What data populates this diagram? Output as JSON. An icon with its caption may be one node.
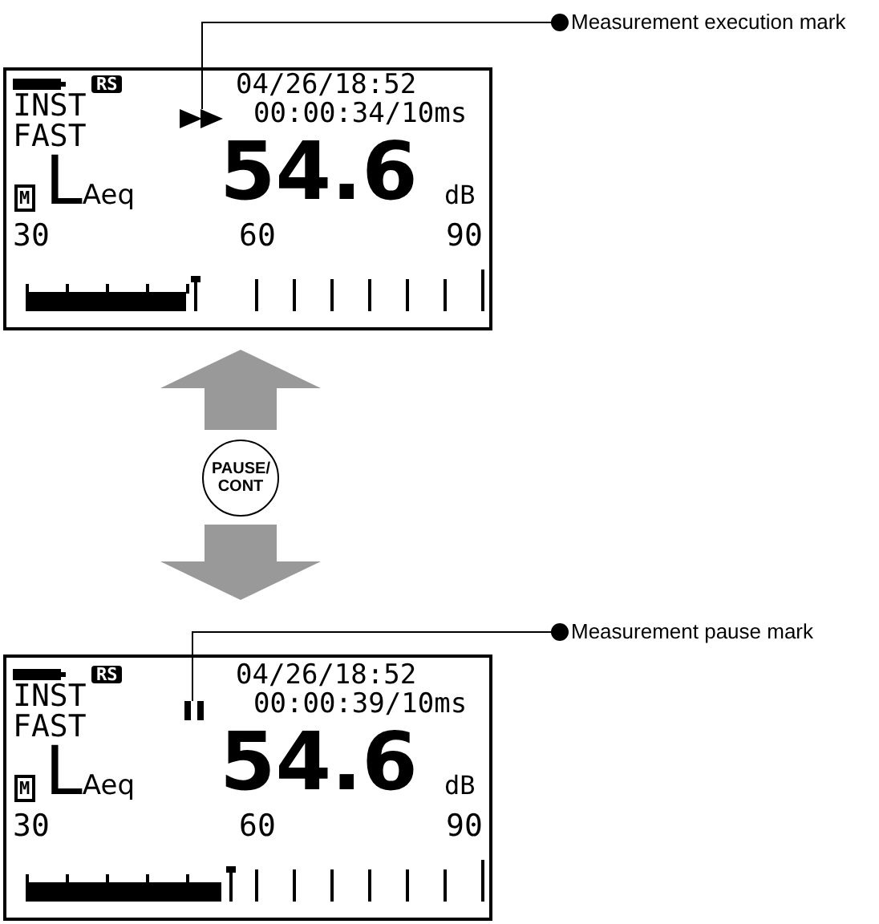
{
  "diagram": {
    "nodes": [
      {
        "text": [],
        "shape": "box"
      },
      {
        "text": [],
        "shape": "triangle",
        "in": 0
      },
      {
        "text": [
          "Measurement execution mark"
        ]
      },
      {
        "text": [
          "PAUSE/ CONT"
        ]
      },
      {
        "text": [],
        "shape": "box"
      },
      {
        "text": [],
        "shape": "bar",
        "in": 4
      },
      {
        "text": [
          "Measurement pause mark"
        ]
      }
    ],
    "edges": [
      {
        "from": 2,
        "to": 1,
        "arrow": "other"
      },
      {
        "from": 3,
        "to": 0,
        "arrow": "to",
        "style": "thick",
        "color": "#999999"
      },
      {
        "from": 3,
        "to": 4,
        "arrow": "to",
        "style": "thick",
        "color": "#999999"
      },
      {
        "from": 6,
        "to": 5,
        "arrow": "other"
      }
    ],
    "labels": [
      "RS",
      "04/26/18:52",
      "INST",
      "00:00:34/10ms",
      "FAST",
      "54.6",
      "M",
      "L$_{Aeq}$",
      "dB",
      "30",
      "60",
      "90",
      "RS",
      "04/26/18:52",
      "INST",
      "00:00:39/10ms",
      "FAST",
      "54.6",
      "M",
      "L$_{Aeq}$",
      "dB",
      "30",
      "60",
      "90"
    ]
  }
}
